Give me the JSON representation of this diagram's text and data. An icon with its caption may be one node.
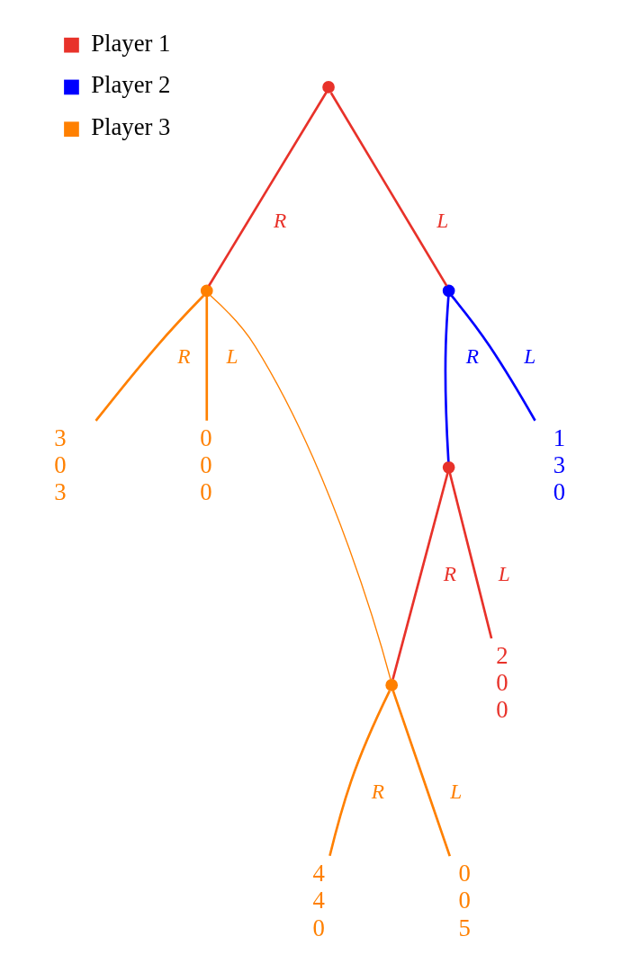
{
  "diagram": {
    "nodes": [
      {
        "text": [],
        "shape": "circle"
      },
      {
        "text": [],
        "shape": "circle"
      },
      {
        "text": [],
        "shape": "circle"
      },
      {
        "text": [
          "3 0 3"
        ]
      },
      {
        "text": [
          "0 0 0"
        ]
      },
      {
        "text": [],
        "shape": "circle"
      },
      {
        "text": [
          "1 3 0"
        ]
      },
      {
        "text": [],
        "shape": "circle"
      },
      {
        "text": [
          "2 0 0"
        ]
      },
      {
        "text": [
          "4 4 0"
        ]
      },
      {
        "text": [
          "0 0 5"
        ]
      }
    ],
    "edges": [
      {
        "from": 0,
        "to": 1,
        "arrow": "none",
        "label": "R",
        "color": "#e8322a"
      },
      {
        "from": 0,
        "to": 2,
        "arrow": "none",
        "label": "L",
        "color": "#e8322a"
      },
      {
        "from": 1,
        "to": 3,
        "arrow": "none",
        "label": "R",
        "color": "#ff8000"
      },
      {
        "from": 1,
        "to": 4,
        "arrow": "none",
        "label": "L",
        "color": "#ff8000"
      },
      {
        "from": 2,
        "to": 5,
        "arrow": "none",
        "label": "R",
        "color": "#0000ff"
      },
      {
        "from": 2,
        "to": 6,
        "arrow": "none",
        "label": "L",
        "color": "#0000ff"
      },
      {
        "from": 5,
        "to": 7,
        "arrow": "none",
        "label": "R",
        "color": "#e8322a"
      },
      {
        "from": 5,
        "to": 8,
        "arrow": "none",
        "label": "L",
        "color": "#e8322a"
      },
      {
        "from": 7,
        "to": 9,
        "arrow": "none",
        "label": "R",
        "color": "#ff8000"
      },
      {
        "from": 7,
        "to": 10,
        "arrow": "none",
        "label": "L",
        "color": "#ff8000"
      },
      {
        "from": 1,
        "to": 7,
        "arrow": "none",
        "color": "#ff8000"
      }
    ],
    "legend": [
      {
        "text": "Player 1",
        "color": "#e8322a"
      },
      {
        "text": "Player 2",
        "color": "#0000ff"
      },
      {
        "text": "Player 3",
        "color": "#ff8000"
      }
    ]
  }
}
